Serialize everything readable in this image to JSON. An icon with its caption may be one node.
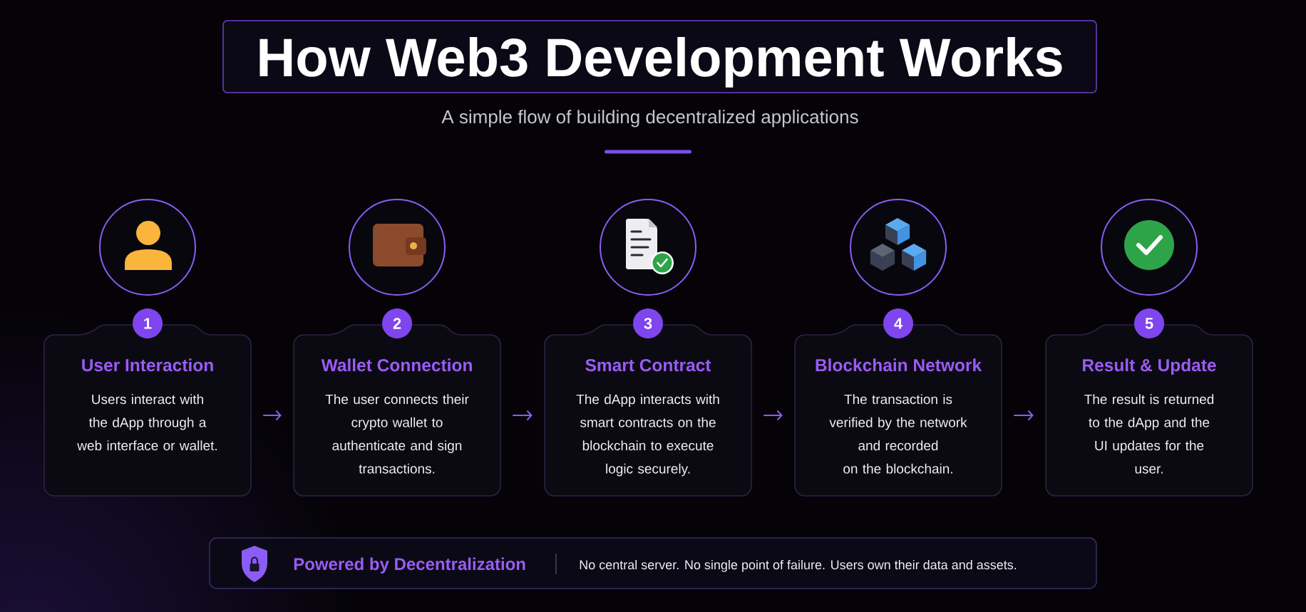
{
  "diagram": {
    "title": "How Web3 Development Works",
    "nodes": [
      {
        "text": [],
        "shape": "circle"
      },
      {
        "text": [
          "1"
        ]
      },
      {
        "text": [
          "User Interaction",
          "Users interact with the dApp through a web interface or wallet."
        ]
      },
      {
        "text": [],
        "shape": "circle"
      },
      {
        "text": [
          "2"
        ]
      },
      {
        "text": [
          "Wallet Connection",
          "The user connects their crypto wallet to authenticate and sign transactions."
        ]
      },
      {
        "text": [],
        "shape": "circle"
      },
      {
        "text": [
          "3"
        ]
      },
      {
        "text": [
          "Smart Contract",
          "The dApp interacts with smart contracts on the blockchain to execute logic securely."
        ]
      },
      {
        "text": [],
        "shape": "circle"
      },
      {
        "text": [
          "4"
        ]
      },
      {
        "text": [
          "Blockchain Network",
          "The transaction is verified by the network and recorded on the blockchain."
        ]
      },
      {
        "text": [],
        "shape": "circle"
      },
      {
        "text": [
          "5"
        ]
      },
      {
        "text": [
          "Result & Update",
          "The result is returned to the dApp and the UI updates for the user."
        ]
      },
      {
        "text": [
          "Powered by Decentralization",
          "No central server. No single point of failure. Users own their data and assets."
        ]
      }
    ],
    "edges": [
      {
        "from": 2,
        "to": 5,
        "arrow": "to"
      },
      {
        "from": 5,
        "to": 8,
        "arrow": "to"
      },
      {
        "from": 8,
        "to": 11,
        "arrow": "to"
      },
      {
        "from": 11,
        "to": 14,
        "arrow": "to"
      }
    ],
    "labels": [
      "A simple flow of building decentralized applications"
    ]
  }
}
